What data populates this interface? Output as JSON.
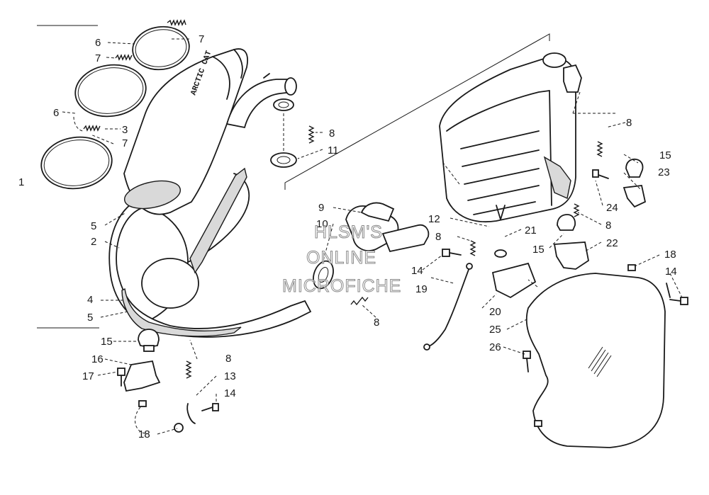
{
  "watermark": [
    "HLSM'S",
    "ONLINE",
    "MICROFICHE"
  ],
  "muffler_brand": "ARCTIC CAT",
  "callouts": [
    {
      "id": "c1",
      "text": "1"
    },
    {
      "id": "c2",
      "text": "2"
    },
    {
      "id": "c3",
      "text": "3"
    },
    {
      "id": "c4",
      "text": "4"
    },
    {
      "id": "c5a",
      "text": "5"
    },
    {
      "id": "c5b",
      "text": "5"
    },
    {
      "id": "c6a",
      "text": "6"
    },
    {
      "id": "c6b",
      "text": "6"
    },
    {
      "id": "c7a",
      "text": "7"
    },
    {
      "id": "c7b",
      "text": "7"
    },
    {
      "id": "c7c",
      "text": "7"
    },
    {
      "id": "c8a",
      "text": "8"
    },
    {
      "id": "c8b",
      "text": "8"
    },
    {
      "id": "c8c",
      "text": "8"
    },
    {
      "id": "c8d",
      "text": "8"
    },
    {
      "id": "c8e",
      "text": "8"
    },
    {
      "id": "c8f",
      "text": "8"
    },
    {
      "id": "c9",
      "text": "9"
    },
    {
      "id": "c10",
      "text": "10"
    },
    {
      "id": "c11",
      "text": "11"
    },
    {
      "id": "c12",
      "text": "12"
    },
    {
      "id": "c13",
      "text": "13"
    },
    {
      "id": "c14a",
      "text": "14"
    },
    {
      "id": "c14b",
      "text": "14"
    },
    {
      "id": "c14c",
      "text": "14"
    },
    {
      "id": "c15a",
      "text": "15"
    },
    {
      "id": "c15b",
      "text": "15"
    },
    {
      "id": "c15c",
      "text": "15"
    },
    {
      "id": "c16",
      "text": "16"
    },
    {
      "id": "c17",
      "text": "17"
    },
    {
      "id": "c18a",
      "text": "18"
    },
    {
      "id": "c18b",
      "text": "18"
    },
    {
      "id": "c19",
      "text": "19"
    },
    {
      "id": "c20",
      "text": "20"
    },
    {
      "id": "c21",
      "text": "21"
    },
    {
      "id": "c22",
      "text": "22"
    },
    {
      "id": "c23",
      "text": "23"
    },
    {
      "id": "c24",
      "text": "24"
    },
    {
      "id": "c25",
      "text": "25"
    },
    {
      "id": "c26",
      "text": "26"
    }
  ]
}
